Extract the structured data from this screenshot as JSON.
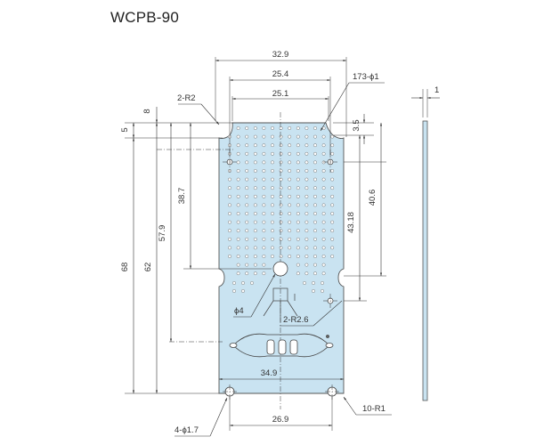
{
  "title": "WCPB-90",
  "colors": {
    "plate_fill": "#c9e3f1",
    "plate_stroke": "#555555",
    "line": "#333333"
  },
  "dimensions": {
    "width_outer": "32.9",
    "width_25_4": "25.4",
    "width_25_1": "25.1",
    "width_34_9": "34.9",
    "width_26_9": "26.9",
    "height_68": "68",
    "height_62": "62",
    "height_57_9": "57.9",
    "height_38_7": "38.7",
    "height_43_18": "43.18",
    "height_40_6": "40.6",
    "height_3_5": "3.5",
    "left_8": "8",
    "left_5": "5",
    "thickness": "1"
  },
  "callouts": {
    "corner_r2": "2-R2",
    "holes_173": "173-ϕ1",
    "center_hole": "ϕ4",
    "slot_r2_6": "2-R2.6",
    "mount_holes": "4-ϕ1.7",
    "edge_r1": "10-R1"
  }
}
